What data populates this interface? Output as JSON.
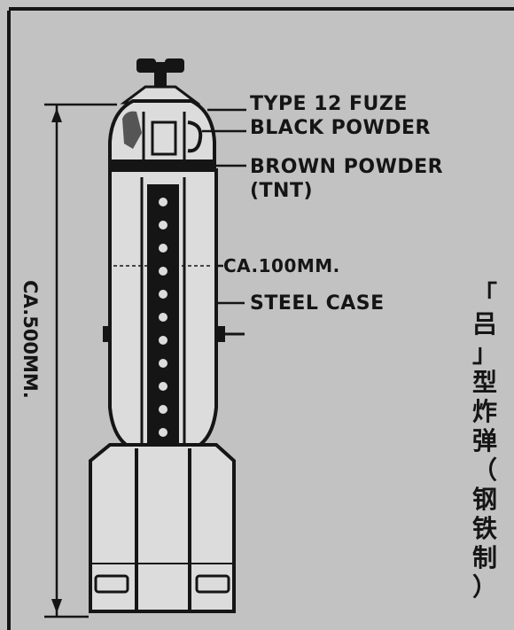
{
  "labels": {
    "fuze": "TYPE 12 FUZE",
    "black_powder": "BLACK POWDER",
    "brown_powder": "BROWN POWDER",
    "tnt": "(TNT)",
    "diameter": "CA.100MM.",
    "steel_case": "STEEL CASE",
    "length": "CA.500MM."
  },
  "caption_chars": [
    "「",
    "吕",
    "」",
    "型",
    "炸",
    "弹",
    "（",
    "钢",
    "铁",
    "制",
    "）"
  ],
  "colors": {
    "background": "#c2c2c2",
    "ink": "#151515",
    "light_fill": "#dcdcdc"
  }
}
